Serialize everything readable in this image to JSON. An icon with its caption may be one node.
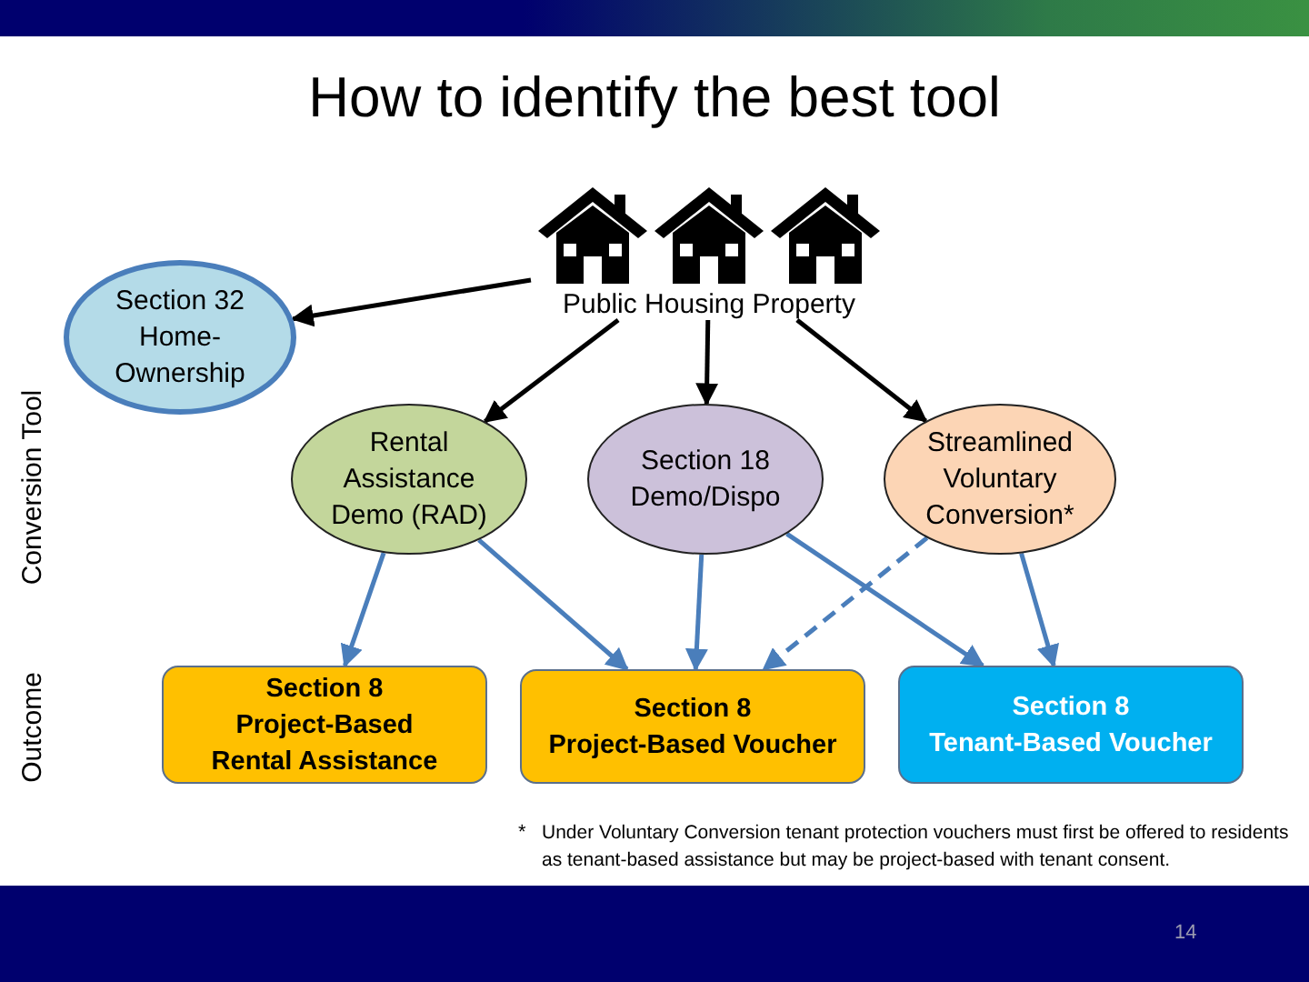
{
  "diagram": {
    "title": "How to identify the best tool",
    "nodes": [
      {
        "text": [
          "Public Housing Property"
        ]
      },
      {
        "text": [
          "Section 32 Home-Ownership"
        ]
      },
      {
        "text": [
          "Rental Assistance Demo (RAD)"
        ]
      },
      {
        "text": [
          "Section 18 Demo/Dispo"
        ]
      },
      {
        "text": [
          "Streamlined Voluntary Conversion*"
        ]
      },
      {
        "text": [
          "Section 8 Project-Based Rental Assistance"
        ]
      },
      {
        "text": [
          "Section 8 Project-Based Voucher"
        ]
      },
      {
        "text": [
          "Section 8 Tenant-Based Voucher"
        ]
      }
    ],
    "edges": [
      {
        "from": 0,
        "to": 1,
        "arrow": "to",
        "color": "#000000"
      },
      {
        "from": 0,
        "to": 2,
        "arrow": "to",
        "color": "#000000"
      },
      {
        "from": 0,
        "to": 3,
        "arrow": "to",
        "color": "#000000"
      },
      {
        "from": 0,
        "to": 4,
        "arrow": "to",
        "color": "#000000"
      },
      {
        "from": 2,
        "to": 5,
        "arrow": "to"
      },
      {
        "from": 2,
        "to": 6,
        "arrow": "to"
      },
      {
        "from": 3,
        "to": 6,
        "arrow": "to"
      },
      {
        "from": 3,
        "to": 7,
        "arrow": "to"
      },
      {
        "from": 4,
        "to": 6,
        "arrow": "to",
        "style": "dashed"
      },
      {
        "from": 4,
        "to": 7,
        "arrow": "to"
      }
    ],
    "labels": [
      "Conversion Tool",
      "Outcome",
      "*",
      "Under Voluntary Conversion tenant protection vouchers must first be offered to residents as tenant-based assistance but may be project-based with tenant consent.",
      "14"
    ]
  }
}
